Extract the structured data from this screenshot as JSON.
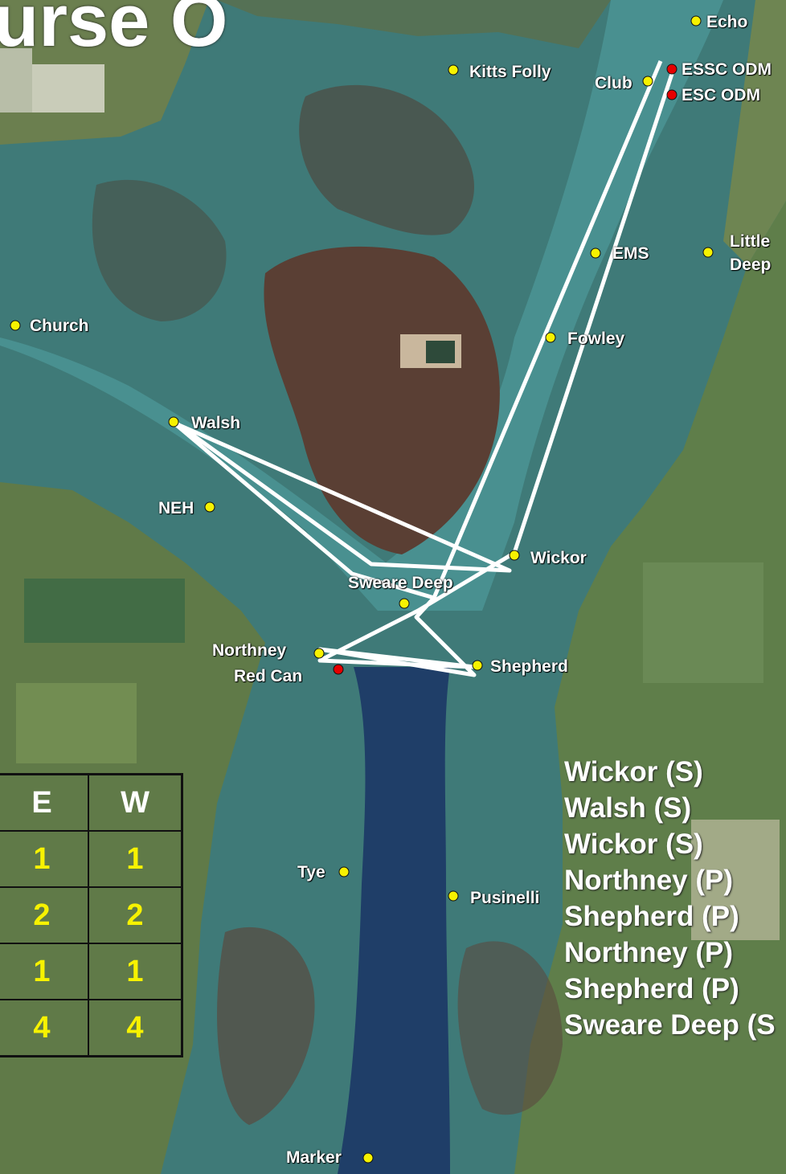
{
  "title": "urse O",
  "colors": {
    "water_shallow": "#3f7a78",
    "water_channel": "#1f3e68",
    "marsh": "#5a3f34",
    "land": "#5f7e4a",
    "route_line": "#ffffff",
    "mark_yellow": "#f7f200",
    "mark_red": "#e60000",
    "table_value": "#f7f200"
  },
  "marks": {
    "echo": {
      "label": "Echo",
      "color": "yellow"
    },
    "kitts_folly": {
      "label": "Kitts Folly",
      "color": "yellow"
    },
    "club": {
      "label": "Club",
      "color": "yellow"
    },
    "essc_odm": {
      "label": "ESSC ODM",
      "color": "red"
    },
    "esc_odm": {
      "label": "ESC ODM",
      "color": "red"
    },
    "ems": {
      "label": "EMS",
      "color": "yellow"
    },
    "little_deep_1": {
      "label": "Little",
      "color": "yellow"
    },
    "little_deep_2": {
      "label": "Deep"
    },
    "church": {
      "label": "Church",
      "color": "yellow"
    },
    "fowley": {
      "label": "Fowley",
      "color": "yellow"
    },
    "walsh": {
      "label": "Walsh",
      "color": "yellow"
    },
    "neh": {
      "label": "NEH",
      "color": "yellow"
    },
    "wickor": {
      "label": "Wickor",
      "color": "yellow"
    },
    "sweare_deep": {
      "label": "Sweare Deep",
      "color": "yellow"
    },
    "northney": {
      "label": "Northney",
      "color": "yellow"
    },
    "red_can": {
      "label": "Red Can",
      "color": "red"
    },
    "shepherd": {
      "label": "Shepherd",
      "color": "yellow"
    },
    "tye": {
      "label": "Tye",
      "color": "yellow"
    },
    "pusinelli": {
      "label": "Pusinelli",
      "color": "yellow"
    },
    "marker": {
      "label": "Marker",
      "color": "yellow"
    }
  },
  "course_sequence": [
    "Wickor (S)",
    "Walsh (S)",
    "Wickor (S)",
    "Northney (P)",
    "Shepherd (P)",
    "Northney (P)",
    "Shepherd (P)",
    "Sweare Deep (S"
  ],
  "laps_table": {
    "headers": [
      "E",
      "W"
    ],
    "rows": [
      [
        "1",
        "1"
      ],
      [
        "2",
        "2"
      ],
      [
        "1",
        "1"
      ],
      [
        "4",
        "4"
      ]
    ]
  }
}
